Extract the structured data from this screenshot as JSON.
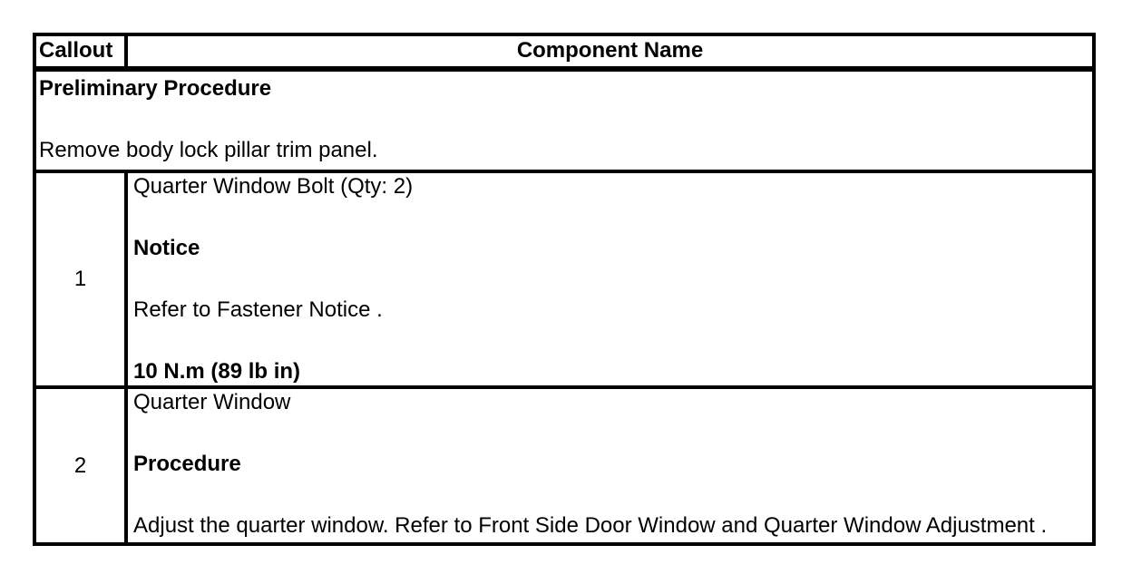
{
  "colors": {
    "background": "#ffffff",
    "border": "#000000",
    "text": "#000000"
  },
  "table": {
    "header": {
      "callout_label": "Callout",
      "component_name_label": "Component Name"
    },
    "preliminary": {
      "title": "Preliminary Procedure",
      "step": "Remove body lock pillar trim panel."
    },
    "rows": [
      {
        "callout": "1",
        "lines": [
          {
            "text": "Quarter Window Bolt (Qty: 2)",
            "bold": false
          },
          {
            "text": "Notice",
            "bold": true
          },
          {
            "text": "Refer to Fastener Notice .",
            "bold": false
          },
          {
            "text": "10 N.m (89 lb in)",
            "bold": true
          }
        ]
      },
      {
        "callout": "2",
        "lines": [
          {
            "text": "Quarter Window",
            "bold": false
          },
          {
            "text": "Procedure",
            "bold": true
          },
          {
            "text": "Adjust the quarter window. Refer to Front Side Door Window and Quarter Window Adjustment .",
            "bold": false
          }
        ]
      }
    ]
  }
}
